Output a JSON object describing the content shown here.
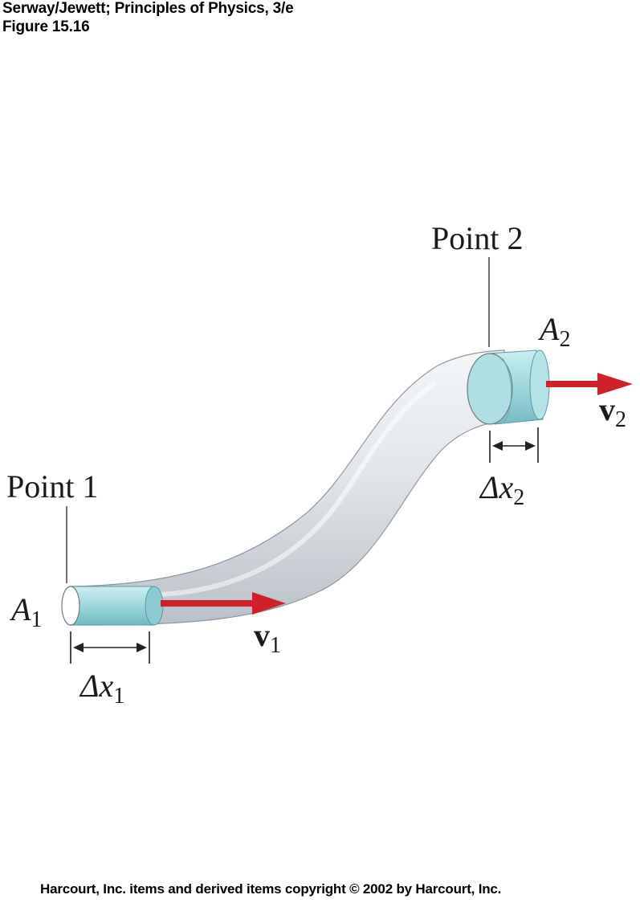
{
  "header": {
    "line1": "Serway/Jewett; Principles of Physics, 3/e",
    "line2": "Figure 15.16"
  },
  "labels": {
    "point1": "Point 1",
    "point2": "Point 2",
    "a1_letter": "A",
    "a1_sub": "1",
    "a2_letter": "A",
    "a2_sub": "2",
    "v1_letter": "v",
    "v1_sub": "1",
    "v2_letter": "v",
    "v2_sub": "2",
    "dx1_prefix": "Δx",
    "dx1_sub": "1",
    "dx2_prefix": "Δx",
    "dx2_sub": "2"
  },
  "footer": {
    "copyright": "Harcourt, Inc. items and derived items copyright © 2002 by Harcourt, Inc."
  },
  "colors": {
    "arrow_red": "#d0202a",
    "fluid_cyan": "#9fd6dc",
    "tube_gray": "#d8dde2",
    "tube_edge": "#8e969e"
  }
}
